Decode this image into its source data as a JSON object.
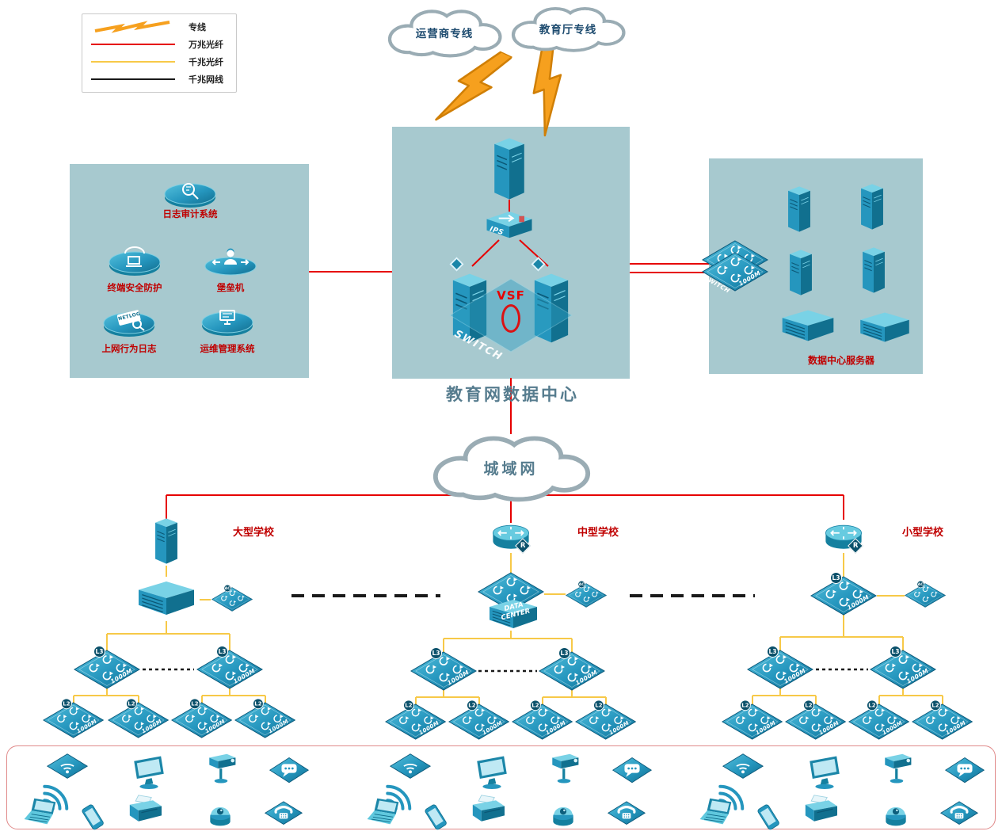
{
  "legend": {
    "items": [
      {
        "label": "专线",
        "style": "lightning"
      },
      {
        "label": "万兆光纤",
        "style": "red-line",
        "color": "#e60000"
      },
      {
        "label": "千兆光纤",
        "style": "yellow-line",
        "color": "#f7c948"
      },
      {
        "label": "千兆网线",
        "style": "black-line",
        "color": "#1a1a1a"
      }
    ]
  },
  "clouds": {
    "isp": "运营商专线",
    "edu": "教育厅专线",
    "man": "城域网"
  },
  "datacenter": {
    "title": "教育网数据中心",
    "ips_label": "IPS",
    "vsf_label": "VSF",
    "ghost_switch_label": "SWITCH"
  },
  "security_panel": {
    "items": [
      {
        "label": "日志审计系统"
      },
      {
        "label": "终端安全防护"
      },
      {
        "label": "堡垒机"
      },
      {
        "label": "上网行为日志",
        "icon_text": "NETLOG"
      },
      {
        "label": "运维管理系统"
      }
    ]
  },
  "server_panel": {
    "title": "数据中心服务器"
  },
  "schools": {
    "large": {
      "label": "大型学校"
    },
    "medium": {
      "label": "中型学校",
      "core_box_label": "DATA CENTER"
    },
    "small": {
      "label": "小型学校"
    }
  },
  "device_labels": {
    "switch": "SWITCH",
    "speed": "1000M",
    "l3": "L3",
    "l2": "L2",
    "ac": "AC",
    "router": "R"
  },
  "colors": {
    "panel_bg": "#a7c9cf",
    "device_teal": "#2596be",
    "line_10g_red": "#e60000",
    "line_1g_yellow": "#f7c948",
    "line_cat_black": "#1a1a1a",
    "label_red": "#c00000",
    "bolt_orange": "#f6a01e",
    "title_gray_blue": "#567c8e"
  }
}
